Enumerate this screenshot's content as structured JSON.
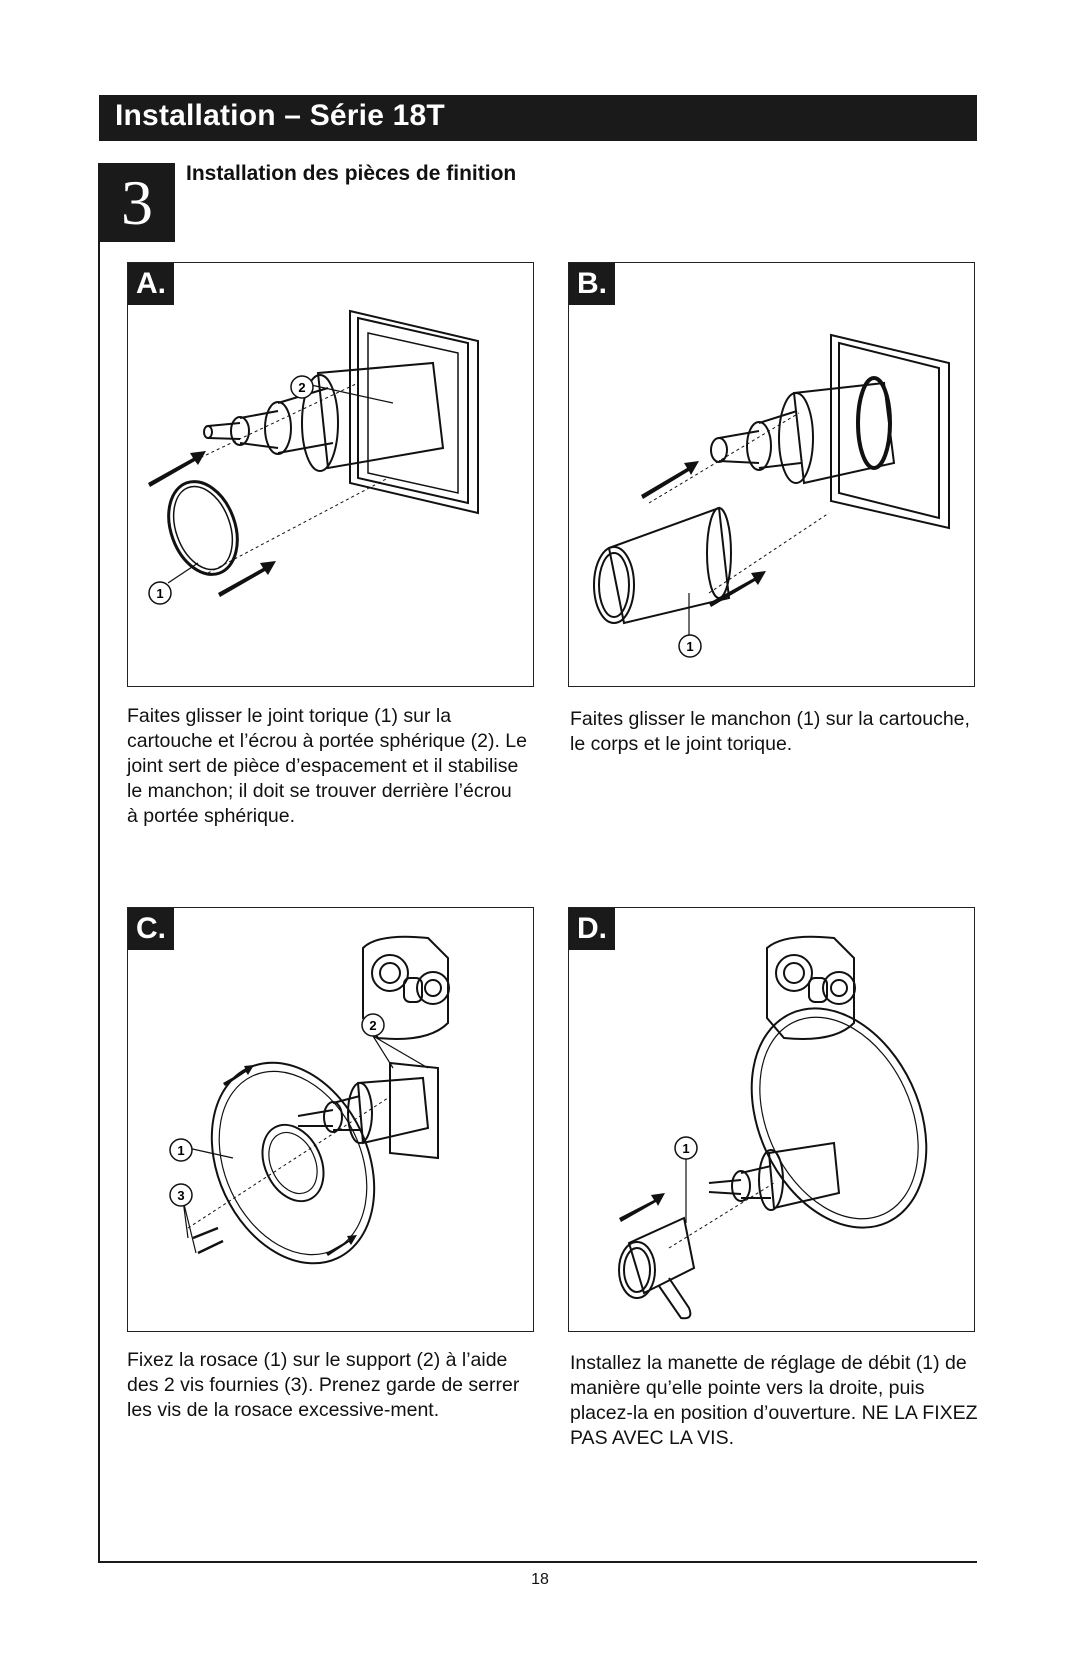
{
  "header": {
    "title": "Installation – Série 18T"
  },
  "step": {
    "number": "3",
    "heading": "Installation des pièces de finition"
  },
  "panels": [
    {
      "letter": "A.",
      "callouts": [
        "2",
        "1"
      ],
      "caption": "Faites glisser le joint torique (1) sur la cartouche et l’écrou à portée sphérique (2). Le joint sert de pièce d’espacement et il stabilise le manchon; il doit se trouver derrière l’écrou à portée sphérique."
    },
    {
      "letter": "B.",
      "callouts": [
        "1"
      ],
      "caption": "Faites glisser le manchon (1) sur la cartouche, le corps et le joint torique."
    },
    {
      "letter": "C.",
      "callouts": [
        "2",
        "1",
        "3"
      ],
      "caption": "Fixez la rosace (1) sur le support (2) à l’aide des 2 vis fournies (3). Prenez garde de serrer les vis de la rosace excessive-ment."
    },
    {
      "letter": "D.",
      "callouts": [
        "1"
      ],
      "caption": "Installez la manette de réglage de débit (1) de manière qu’elle pointe vers la droite, puis placez-la en position d’ouverture. NE LA FIXEZ PAS AVEC LA VIS."
    }
  ],
  "footer": {
    "page_number": "18"
  }
}
